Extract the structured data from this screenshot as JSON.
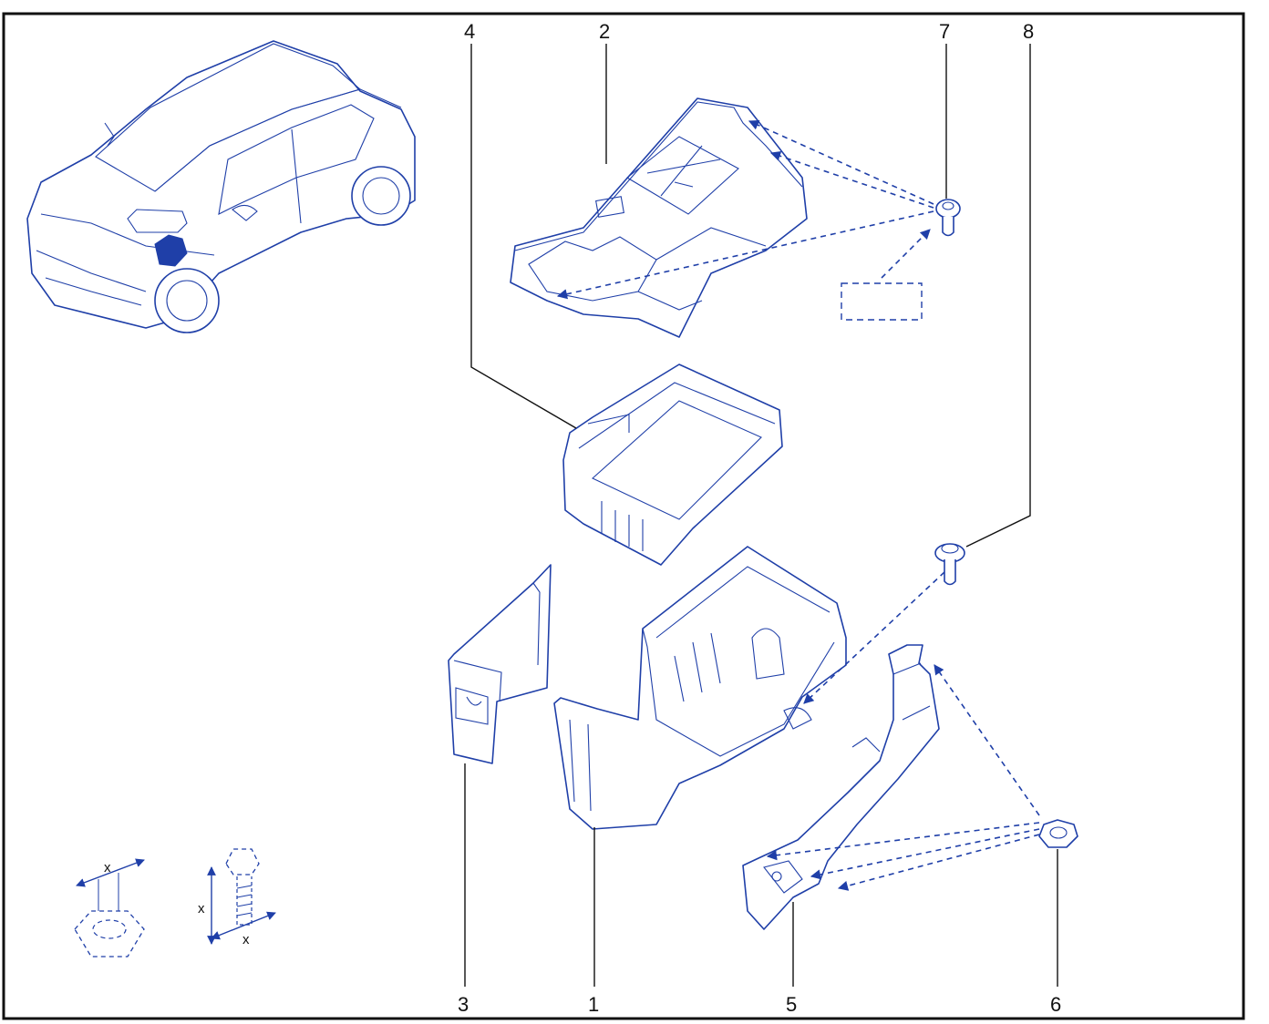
{
  "colors": {
    "ink": "#1f3fa8",
    "frame": "#111111",
    "highlight": "#1f3fa8"
  },
  "callouts": {
    "p1": "1",
    "p2": "2",
    "p3": "3",
    "p4": "4",
    "p5": "5",
    "p6": "6",
    "p7": "7",
    "p8": "8"
  },
  "dimension_symbols": {
    "nut_x": "x",
    "bolt_x_vertical": "x",
    "bolt_x_horizontal": "x"
  },
  "icons": {
    "vehicle": "car-outline-icon",
    "warning": "no-tools-warning-icon",
    "nut": "hex-nut-icon",
    "bolt": "flange-bolt-icon"
  }
}
